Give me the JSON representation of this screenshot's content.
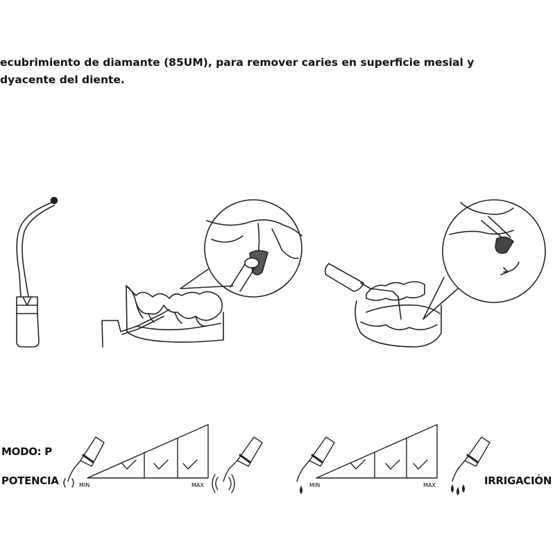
{
  "description": {
    "line1": "ecubrimiento de diamante (85UM), para remover caries en superficie mesial y",
    "line2": "dyacente del diente."
  },
  "settings": {
    "mode_label": "MODO: P",
    "power_label": "POTENCIA",
    "irrigation_label": "IRRIGACIÓN",
    "power_scale": {
      "min_label": "MIN",
      "max_label": "MAX",
      "checked_segments": 3,
      "total_segments": 3
    },
    "irrigation_scale": {
      "min_label": "MIN",
      "max_label": "MAX",
      "checked_segments": 3,
      "total_segments": 3
    }
  },
  "icons": {
    "check": "check-icon",
    "tip": "scaler-tip-icon",
    "vibration": "vibration-icon",
    "water_drop": "water-drop-icon"
  }
}
